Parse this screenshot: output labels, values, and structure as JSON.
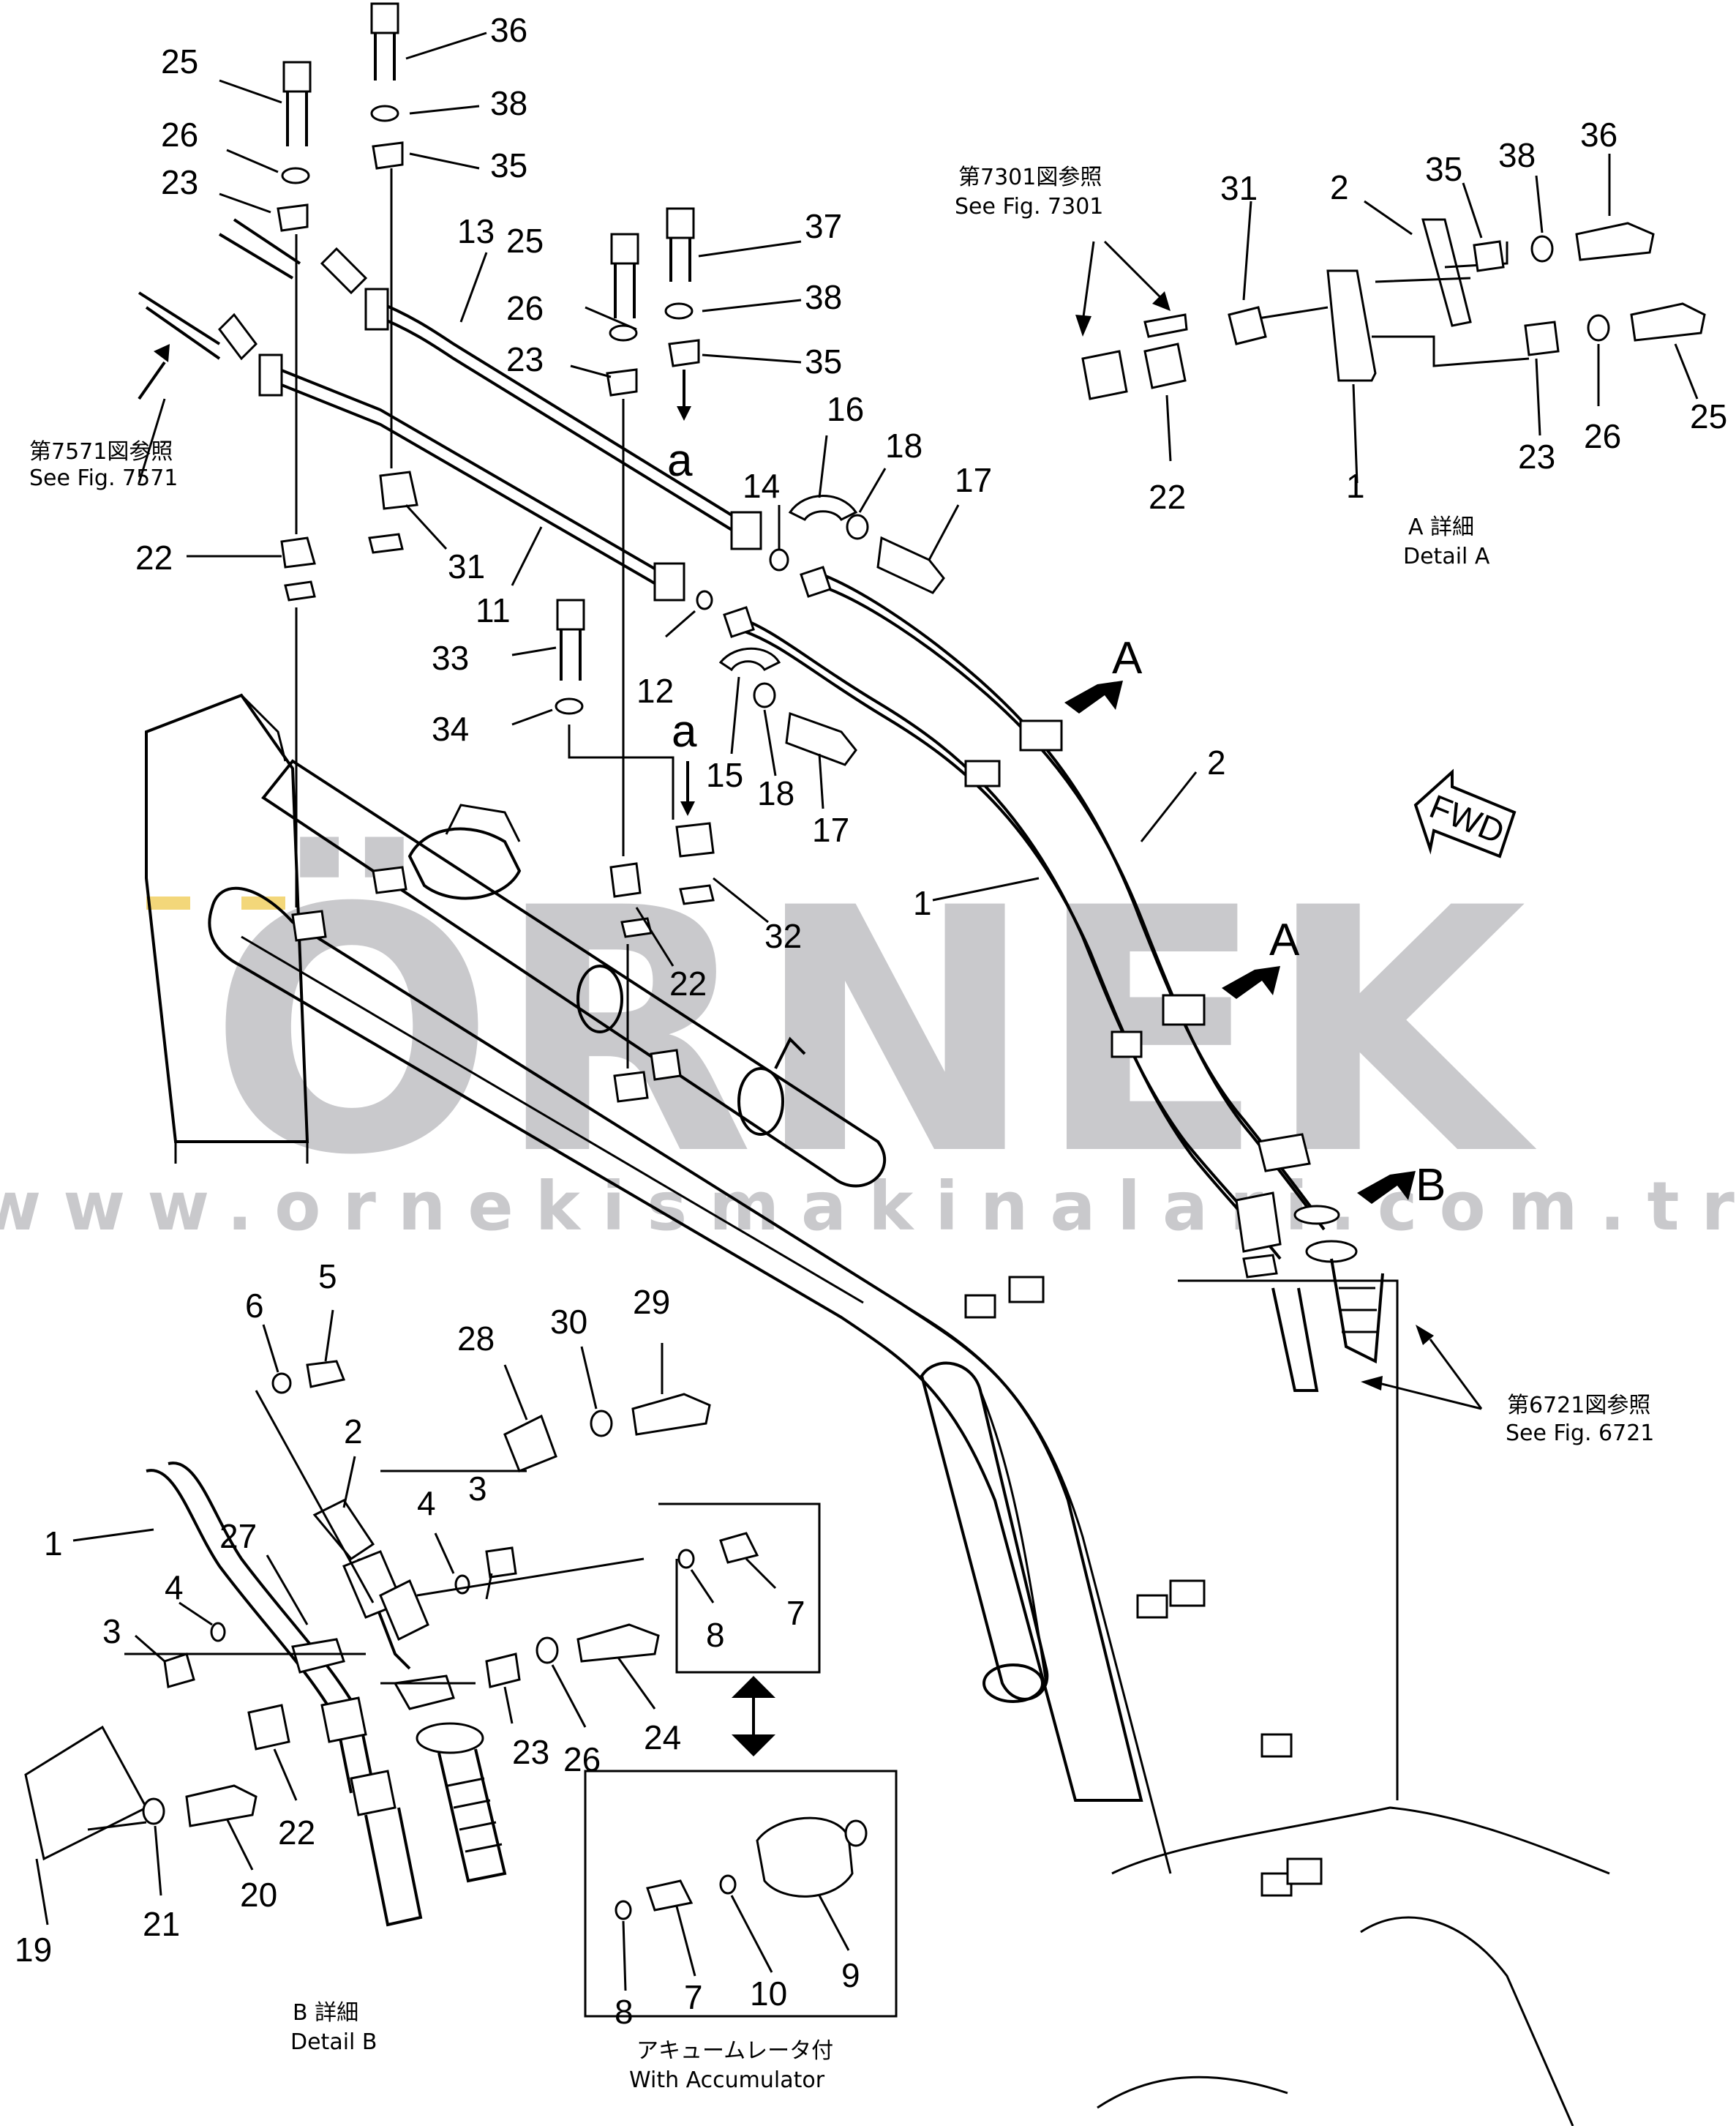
{
  "watermark": {
    "brand": "ÖRNEK",
    "url": "www.ornekismakinalari.com.tr"
  },
  "references": {
    "fig7571": {
      "jp": "第7571図参照",
      "en": "See Fig. 7571"
    },
    "fig7301": {
      "jp": "第7301図参照",
      "en": "See Fig. 7301"
    },
    "fig6721": {
      "jp": "第6721図参照",
      "en": "See Fig. 6721"
    }
  },
  "details": {
    "a": {
      "jp": "A 詳細",
      "en": "Detail A"
    },
    "b": {
      "jp": "B 詳細",
      "en": "Detail B"
    },
    "accumulator": {
      "jp": "アキュームレータ付",
      "en": "With Accumulator"
    }
  },
  "markers": {
    "a_upper": "a",
    "a_lower": "a",
    "view_a1": "A",
    "view_a2": "A",
    "view_b": "B",
    "fwd": "FWD"
  },
  "part_labels": {
    "main_25": "25",
    "main_26": "26",
    "main_23": "23",
    "main_36": "36",
    "main_38": "38",
    "main_35": "35",
    "main_13": "13",
    "main_25b": "25",
    "main_37": "37",
    "main_26b": "26",
    "main_38b": "38",
    "main_23b": "23",
    "main_35b": "35",
    "main_14": "14",
    "main_16": "16",
    "main_18": "18",
    "main_17": "17",
    "main_22": "22",
    "main_31": "31",
    "main_11": "11",
    "main_12": "12",
    "main_33": "33",
    "main_34": "34",
    "main_15": "15",
    "main_18b": "18",
    "main_17b": "17",
    "main_32": "32",
    "main_22b": "22",
    "main_1": "1",
    "main_2": "2",
    "da_31": "31",
    "da_2": "2",
    "da_35": "35",
    "da_38": "38",
    "da_36": "36",
    "da_22": "22",
    "da_1": "1",
    "da_23": "23",
    "da_26": "26",
    "da_25": "25",
    "db_6": "6",
    "db_5": "5",
    "db_28": "28",
    "db_30": "30",
    "db_29": "29",
    "db_2": "2",
    "db_4": "4",
    "db_3": "3",
    "db_1": "1",
    "db_27": "27",
    "db_3b": "3",
    "db_4b": "4",
    "db_8": "8",
    "db_7": "7",
    "db_22": "22",
    "db_23": "23",
    "db_26": "26",
    "db_24": "24",
    "db_19": "19",
    "db_21": "21",
    "db_20": "20",
    "acc_8": "8",
    "acc_7": "7",
    "acc_10": "10",
    "acc_9": "9"
  }
}
